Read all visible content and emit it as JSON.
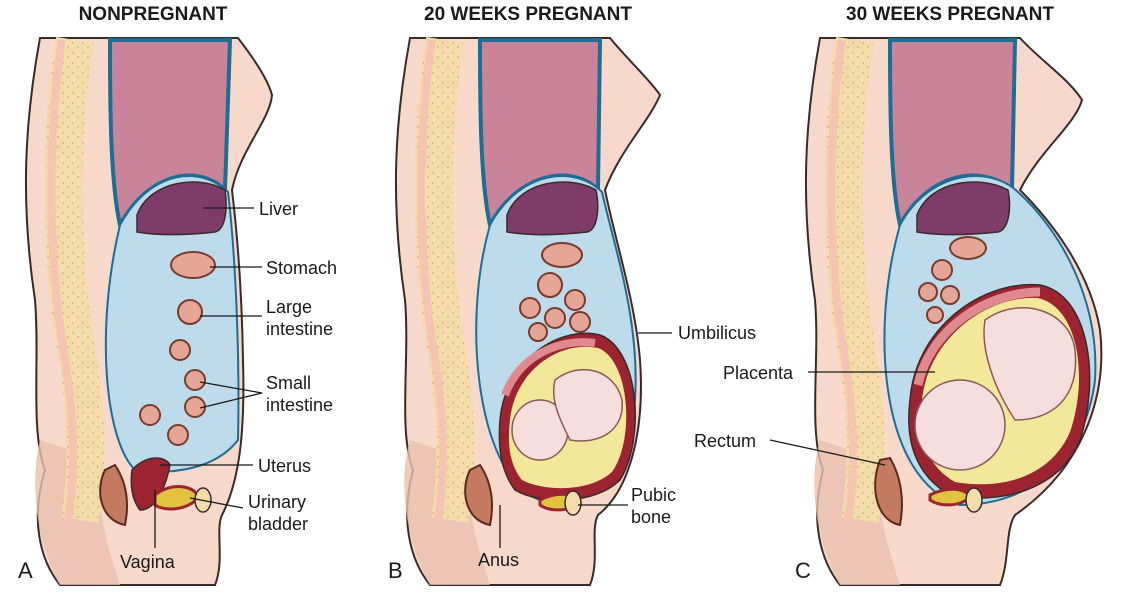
{
  "panels": [
    {
      "letter": "A",
      "title": "NONPREGNANT"
    },
    {
      "letter": "B",
      "title": "20 WEEKS PREGNANT"
    },
    {
      "letter": "C",
      "title": "30 WEEKS PREGNANT"
    }
  ],
  "labels": {
    "liver": "Liver",
    "stomach": "Stomach",
    "large_intestine": "Large\nintestine",
    "small_intestine": "Small\nintestine",
    "uterus": "Uterus",
    "urinary_bladder": "Urinary\nbladder",
    "vagina": "Vagina",
    "anus": "Anus",
    "umbilicus": "Umbilicus",
    "pubic_bone": "Pubic\nbone",
    "placenta": "Placenta",
    "rectum": "Rectum"
  },
  "colors": {
    "skin": "#f7d9cc",
    "skin_outline": "#3a2a2a",
    "spine_bone": "#f2dcaa",
    "disc": "#f6e9c8",
    "heart_chest": "#c9849a",
    "diaphragm": "#1e6d95",
    "peritoneum": "#bddbea",
    "liver": "#7f3b6a",
    "bowel": "#e5a697",
    "uterus": "#9c2330",
    "amniotic": "#f3e79a",
    "fetus": "#f7dede"
  }
}
